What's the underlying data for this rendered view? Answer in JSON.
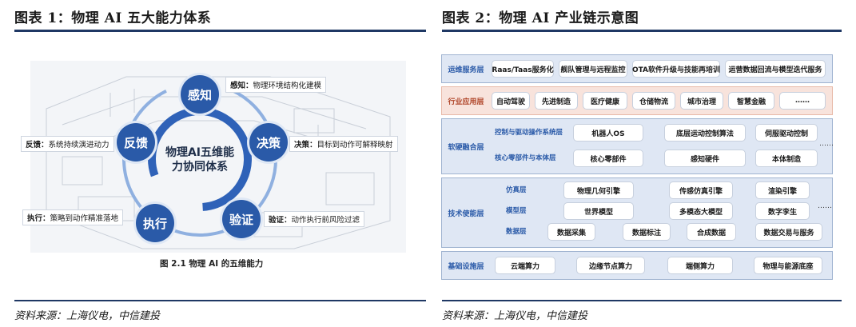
{
  "left": {
    "title": "图表 1：物理 AI 五大能力体系",
    "source": "资料来源：上海仪电，中信建投",
    "center": {
      "line1": "物理AI五维能",
      "line2": "力协同体系"
    },
    "nodes": {
      "perceive": {
        "name": "感知",
        "label_key": "感知：",
        "label_text": "物理环境结构化建模"
      },
      "decide": {
        "name": "决策",
        "label_key": "决策：",
        "label_text": "目标到动作可解释映射"
      },
      "verify": {
        "name": "验证",
        "label_key": "验证：",
        "label_text": "动作执行前风险过滤"
      },
      "execute": {
        "name": "执行",
        "label_key": "执行：",
        "label_text": "策略到动作精准落地"
      },
      "feedback": {
        "name": "反馈",
        "label_key": "反馈：",
        "label_text": "系统持续演进动力"
      }
    },
    "caption": "图 2.1 物理 AI 的五维能力",
    "colors": {
      "node": "#2a5aa8",
      "arrow": "#2f62b8",
      "arrow_light": "#8fb0e0"
    }
  },
  "right": {
    "title": "图表 2：物理 AI 产业链示意图",
    "source": "资料来源：上海仪电，中信建投",
    "layers": {
      "ops": {
        "label": "运维服务层",
        "items": [
          "Raas/Taas服务化",
          "舰队管理与远程监控",
          "OTA软件升级与技能再培训",
          "运营数据回流与模型迭代服务"
        ]
      },
      "app": {
        "label": "行业应用层",
        "items": [
          "自动驾驶",
          "先进制造",
          "医疗健康",
          "仓储物流",
          "城市治理",
          "智慧金融",
          "……"
        ]
      },
      "softhard": {
        "label": "软硬融合层",
        "sub1": {
          "label": "控制与驱动操作系统层",
          "items": [
            "机器人OS",
            "底层运动控制算法",
            "伺服驱动控制"
          ]
        },
        "sub2": {
          "label": "核心零部件与本体层",
          "items": [
            "核心零部件",
            "感知硬件",
            "本体制造"
          ]
        },
        "more": "……"
      },
      "tech": {
        "label": "技术使能层",
        "sub1": {
          "label": "仿真层",
          "items": [
            "物理几何引擎",
            "传感仿真引擎",
            "渲染引擎"
          ]
        },
        "sub2": {
          "label": "模型层",
          "items": [
            "世界模型",
            "多模态大模型",
            "数字孪生"
          ]
        },
        "sub3": {
          "label": "数据层",
          "items": [
            "数据采集",
            "数据标注",
            "合成数据",
            "数据交易与服务"
          ]
        },
        "more": "……"
      },
      "infra": {
        "label": "基础设施层",
        "items": [
          "云端算力",
          "边缘节点算力",
          "端侧算力",
          "物理与能源底座"
        ]
      }
    },
    "colors": {
      "ops": "#dfe7f4",
      "app": "#f8e3dc",
      "softhard": "#dfe7f4",
      "tech": "#dfe7f4",
      "infra": "#dfe7f4",
      "label_blue": "#2a5aa8"
    }
  }
}
